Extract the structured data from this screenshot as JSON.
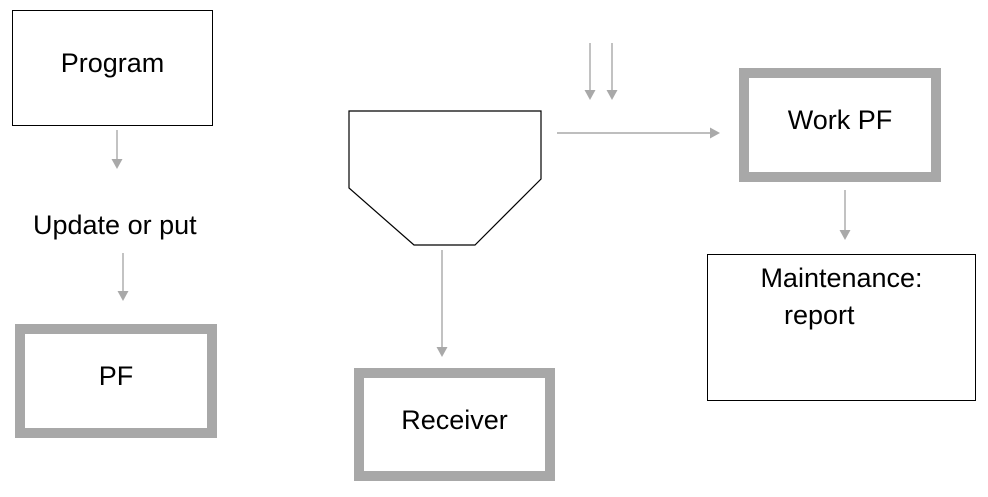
{
  "diagram": {
    "nodes": {
      "program": {
        "label": "Program",
        "shape": "rect-thin-border"
      },
      "update_or_put": {
        "label": "Update or put",
        "shape": "floating-text"
      },
      "pf": {
        "label": "PF",
        "shape": "rect-thick-gray-border"
      },
      "funnel": {
        "label": "",
        "shape": "funnel-hopper"
      },
      "receiver": {
        "label": "Receiver",
        "shape": "rect-thick-gray-border"
      },
      "work_pf": {
        "label": "Work PF",
        "shape": "rect-thick-gray-border"
      },
      "maintenance": {
        "line1": "Maintenance:",
        "line2": "report",
        "shape": "rect-thin-border"
      }
    },
    "edges": [
      {
        "from": "program",
        "to": "update_or_put",
        "type": "arrow-down"
      },
      {
        "from": "update_or_put",
        "to": "pf",
        "type": "arrow-down"
      },
      {
        "from": "funnel",
        "to": "receiver",
        "type": "arrow-down"
      },
      {
        "from": "funnel",
        "to": "work_pf",
        "type": "arrow-right"
      },
      {
        "from": "work_pf",
        "to": "maintenance",
        "type": "arrow-down"
      },
      {
        "from": "input-stream-1",
        "to": "funnel-feed-area",
        "type": "arrow-down-short"
      },
      {
        "from": "input-stream-2",
        "to": "funnel-feed-area",
        "type": "arrow-down-short"
      }
    ],
    "colors": {
      "background": "#ffffff",
      "text": "#000000",
      "thin_box_border": "#000000",
      "thick_box_border": "#a8a8a8",
      "arrow": "#a9a9a9"
    }
  }
}
